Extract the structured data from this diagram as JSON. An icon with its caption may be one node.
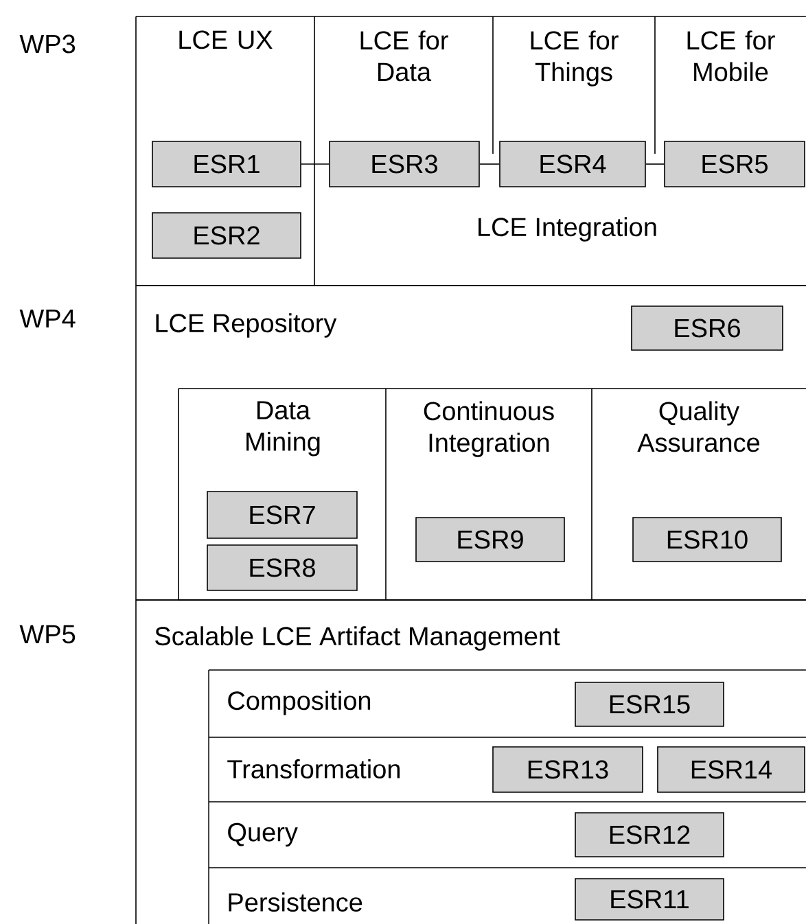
{
  "diagram": {
    "nodes": [
      {
        "text": [
          "LCE UX"
        ]
      },
      {
        "text": [
          "ESR1"
        ],
        "in": 0
      },
      {
        "text": [
          "ESR2"
        ],
        "in": 0
      },
      {
        "text": [
          "LCE Integration"
        ]
      },
      {
        "text": [
          "LCE for Data"
        ],
        "in": 3
      },
      {
        "text": [
          "ESR3"
        ],
        "in": 3
      },
      {
        "text": [
          "LCE for Things"
        ],
        "in": 3
      },
      {
        "text": [
          "ESR4"
        ],
        "in": 3
      },
      {
        "text": [
          "LCE for Mobile"
        ],
        "in": 3
      },
      {
        "text": [
          "ESR5"
        ],
        "in": 3
      },
      {
        "text": [
          "LCE Repository"
        ]
      },
      {
        "text": [
          "ESR6"
        ],
        "in": 10
      },
      {
        "text": [
          "Data Mining"
        ],
        "in": 10
      },
      {
        "text": [
          "ESR7"
        ],
        "in": 12
      },
      {
        "text": [
          "ESR8"
        ],
        "in": 12
      },
      {
        "text": [
          "Continuous Integration"
        ],
        "in": 10
      },
      {
        "text": [
          "ESR9"
        ],
        "in": 15
      },
      {
        "text": [
          "Quality Assurance"
        ],
        "in": 10
      },
      {
        "text": [
          "ESR10"
        ],
        "in": 17
      },
      {
        "text": [
          "Scalable LCE Artifact Management"
        ]
      },
      {
        "text": [
          "Composition"
        ],
        "in": 19
      },
      {
        "text": [
          "ESR15"
        ],
        "in": 20
      },
      {
        "text": [
          "Transformation"
        ],
        "in": 19
      },
      {
        "text": [
          "ESR13"
        ],
        "in": 22
      },
      {
        "text": [
          "ESR14"
        ],
        "in": 22
      },
      {
        "text": [
          "Query"
        ],
        "in": 19
      },
      {
        "text": [
          "ESR12"
        ],
        "in": 25
      },
      {
        "text": [
          "Persistence"
        ],
        "in": 19
      },
      {
        "text": [
          "ESR11"
        ],
        "in": 27
      }
    ],
    "edges": [
      {
        "from": 1,
        "to": 5,
        "arrow": "none"
      },
      {
        "from": 5,
        "to": 7,
        "arrow": "none"
      },
      {
        "from": 7,
        "to": 9,
        "arrow": "none"
      }
    ],
    "labels": [
      "WP3",
      "WP4",
      "WP5"
    ]
  }
}
